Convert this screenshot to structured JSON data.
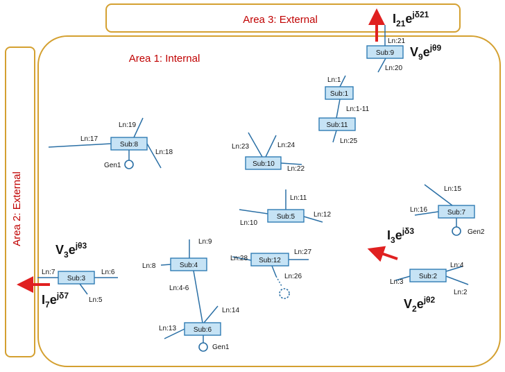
{
  "colors": {
    "area_border": "#d4a030",
    "area_label": "#c00000",
    "wire": "#2a6fa5",
    "arrow": "#e02020",
    "sub_fill": "#c6e3f5"
  },
  "areas": {
    "internal": "Area 1: Internal",
    "external2": "Area 2: External",
    "external3": "Area 3: External"
  },
  "substations": {
    "sub1": "Sub:1",
    "sub2": "Sub:2",
    "sub3": "Sub:3",
    "sub4": "Sub:4",
    "sub5": "Sub:5",
    "sub6": "Sub:6",
    "sub7": "Sub:7",
    "sub8": "Sub:8",
    "sub9": "Sub:9",
    "sub10": "Sub:10",
    "sub11": "Sub:11",
    "sub12": "Sub:12"
  },
  "lines": {
    "ln1": "Ln:1",
    "ln1_11": "Ln:1-11",
    "ln2": "Ln:2",
    "ln3": "Ln:3",
    "ln4": "Ln:4",
    "ln4_6": "Ln:4-6",
    "ln5": "Ln:5",
    "ln6": "Ln:6",
    "ln7": "Ln:7",
    "ln8": "Ln:8",
    "ln9": "Ln:9",
    "ln10": "Ln:10",
    "ln11": "Ln:11",
    "ln12": "Ln:12",
    "ln13": "Ln:13",
    "ln14": "Ln:14",
    "ln15": "Ln:15",
    "ln16": "Ln:16",
    "ln17": "Ln:17",
    "ln18": "Ln:18",
    "ln19": "Ln:19",
    "ln20": "Ln:20",
    "ln21": "Ln:21",
    "ln22": "Ln:22",
    "ln23": "Ln:23",
    "ln24": "Ln:24",
    "ln25": "Ln:25",
    "ln26": "Ln:26",
    "ln27": "Ln:27",
    "ln28": "Ln:28"
  },
  "generators": {
    "gen1_a": "Gen1",
    "gen1_b": "Gen1",
    "gen2": "Gen2"
  },
  "phasors": {
    "v3": {
      "base": "V",
      "sub": "3",
      "sup": "jθ3"
    },
    "i7": {
      "base": "I",
      "sub": "7",
      "sup": "jδ7"
    },
    "v9": {
      "base": "V",
      "sub": "9",
      "sup": "jθ9"
    },
    "i21": {
      "base": "I",
      "sub": "21",
      "sup": "jδ21"
    },
    "i3": {
      "base": "I",
      "sub": "3",
      "sup": "jδ3"
    },
    "v2": {
      "base": "V",
      "sub": "2",
      "sup": "jθ2"
    }
  }
}
